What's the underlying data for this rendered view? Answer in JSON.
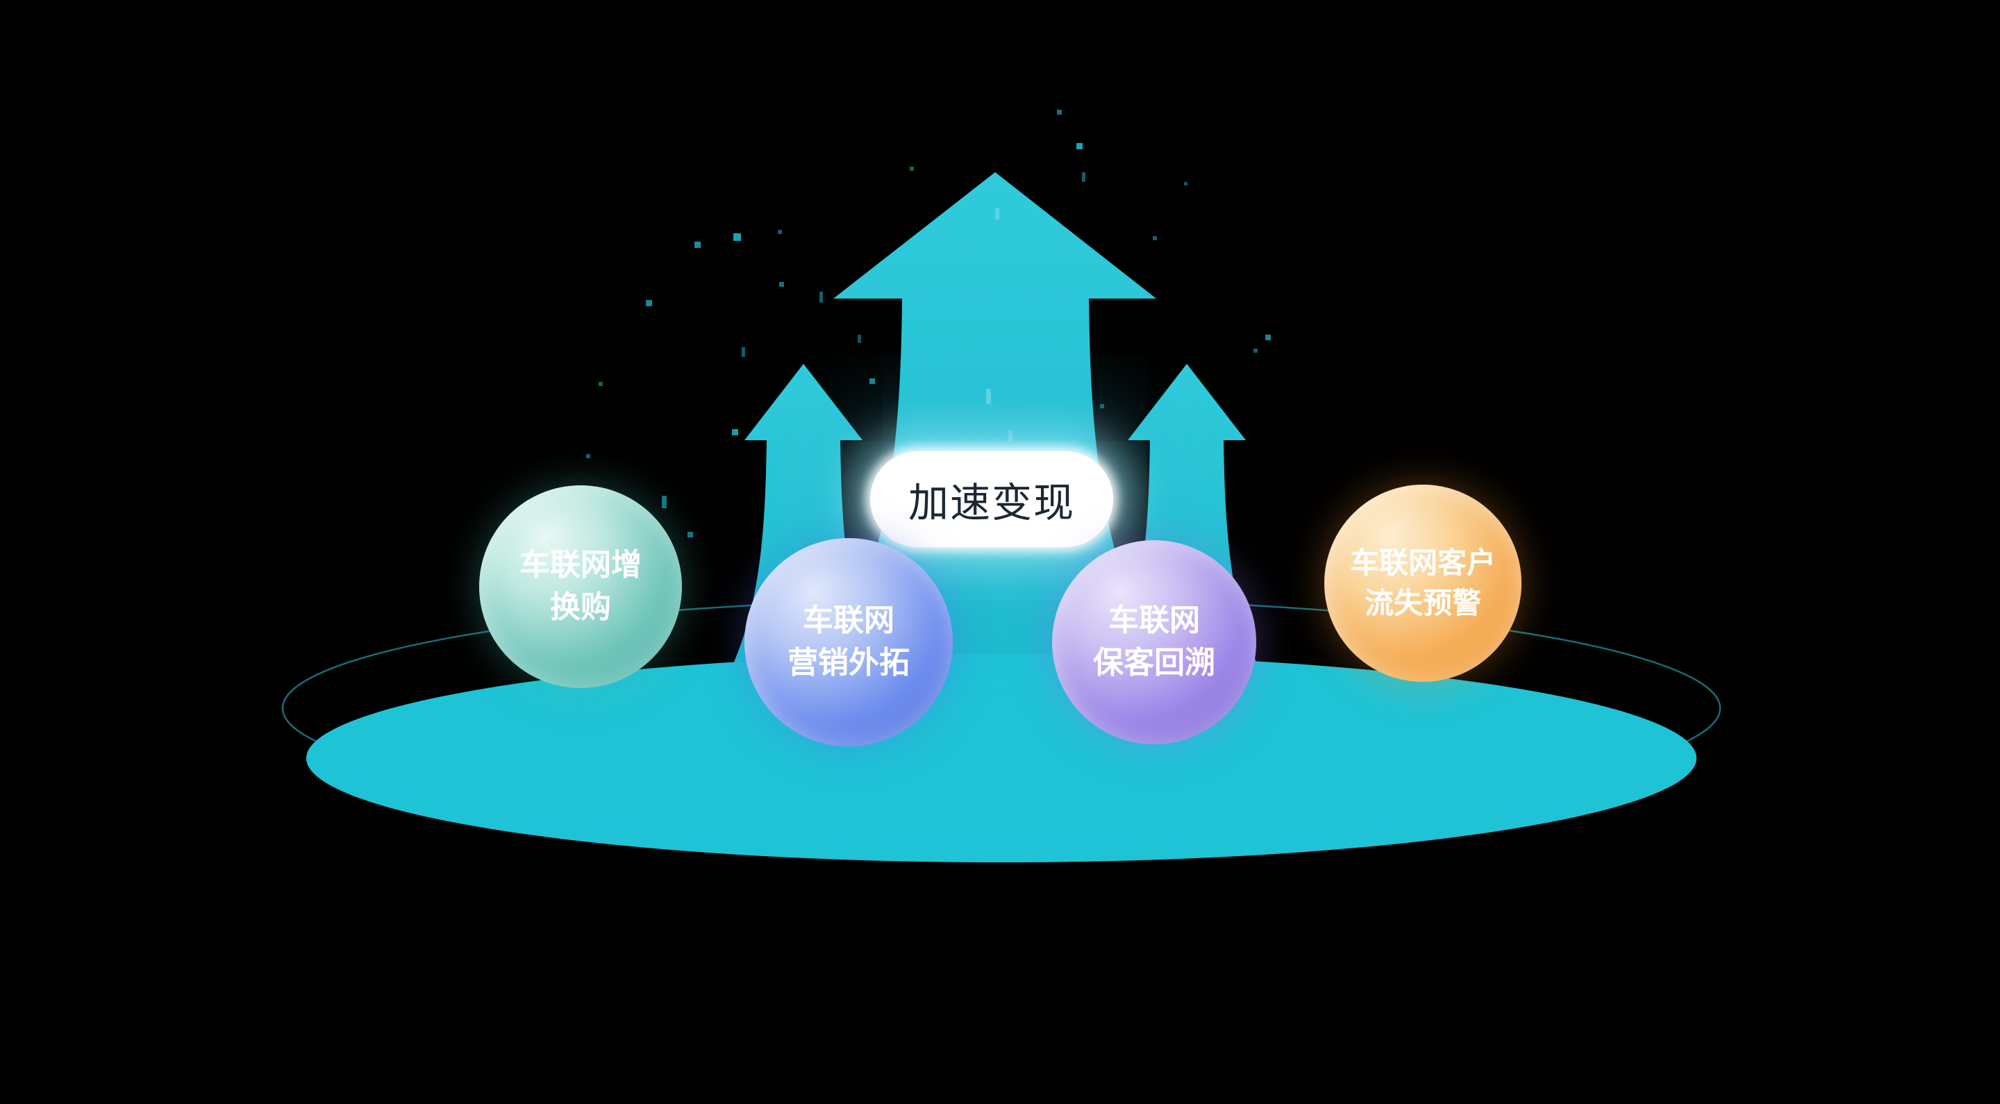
{
  "diagram": {
    "background_color": "#000000",
    "accent_color": "#22c4d6",
    "platform_color": "#1fc3d6",
    "center_badge": {
      "label": "加速变现",
      "bg_color": "#ffffff",
      "text_color": "#1c2733"
    },
    "spheres": [
      {
        "lines": [
          "车联网增",
          "换购"
        ],
        "color_light": "#e9f8f4",
        "color_dark": "#41ada1"
      },
      {
        "lines": [
          "车联网",
          "营销外拓"
        ],
        "color_light": "#e0e8fc",
        "color_dark": "#3f62d9"
      },
      {
        "lines": [
          "车联网",
          "保客回溯"
        ],
        "color_light": "#eae4fb",
        "color_dark": "#7660d6"
      },
      {
        "lines": [
          "车联网客户",
          "流失预警"
        ],
        "color_light": "#fdeed2",
        "color_dark": "#ee9026"
      }
    ]
  }
}
